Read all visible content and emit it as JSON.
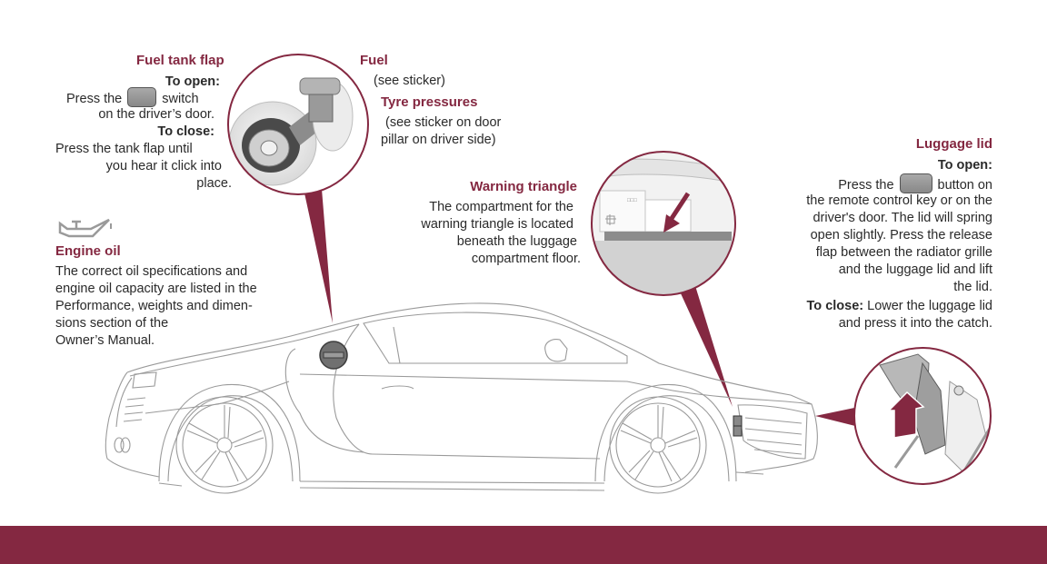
{
  "colors": {
    "accent": "#842841",
    "text": "#2a2a2a",
    "line": "#9a9a9a"
  },
  "fuel_tank_flap": {
    "title": "Fuel tank flap",
    "open_label": "To open:",
    "open_pre": "Press the",
    "open_icon": "fuel-pump-switch-icon",
    "open_post": "switch",
    "open_line2": "on the driver’s door.",
    "close_label": "To close:",
    "close_lines": [
      "Press the tank flap until",
      "you hear it click into",
      "place."
    ]
  },
  "fuel": {
    "title": "Fuel",
    "note": "(see sticker)"
  },
  "tyre_pressures": {
    "title": "Tyre pressures",
    "lines": [
      "(see sticker on door",
      "pillar on driver side)"
    ]
  },
  "warning_triangle": {
    "title": "Warning triangle",
    "lines": [
      "The compartment for the",
      "warning triangle is located",
      "beneath the luggage",
      "compartment floor."
    ]
  },
  "engine_oil": {
    "icon": "oil-can-icon",
    "title": "Engine oil",
    "lines": [
      "The correct oil specifications and",
      "engine oil capacity are listed in the",
      "Performance, weights and dimen-",
      "sions section of the",
      "Owner’s Manual."
    ]
  },
  "luggage_lid": {
    "title": "Luggage lid",
    "open_label": "To open:",
    "open_pre": "Press the",
    "open_icon": "car-lid-button-icon",
    "open_post": "button on",
    "open_lines": [
      "the remote control key or on the",
      "driver's door. The lid will spring",
      "open slightly. Press the release",
      "flap between the radiator grille",
      "and the luggage lid and lift",
      "the lid."
    ],
    "close_label": "To close:",
    "close_text": "Lower the luggage lid",
    "close_line2": "and press it into the catch."
  }
}
